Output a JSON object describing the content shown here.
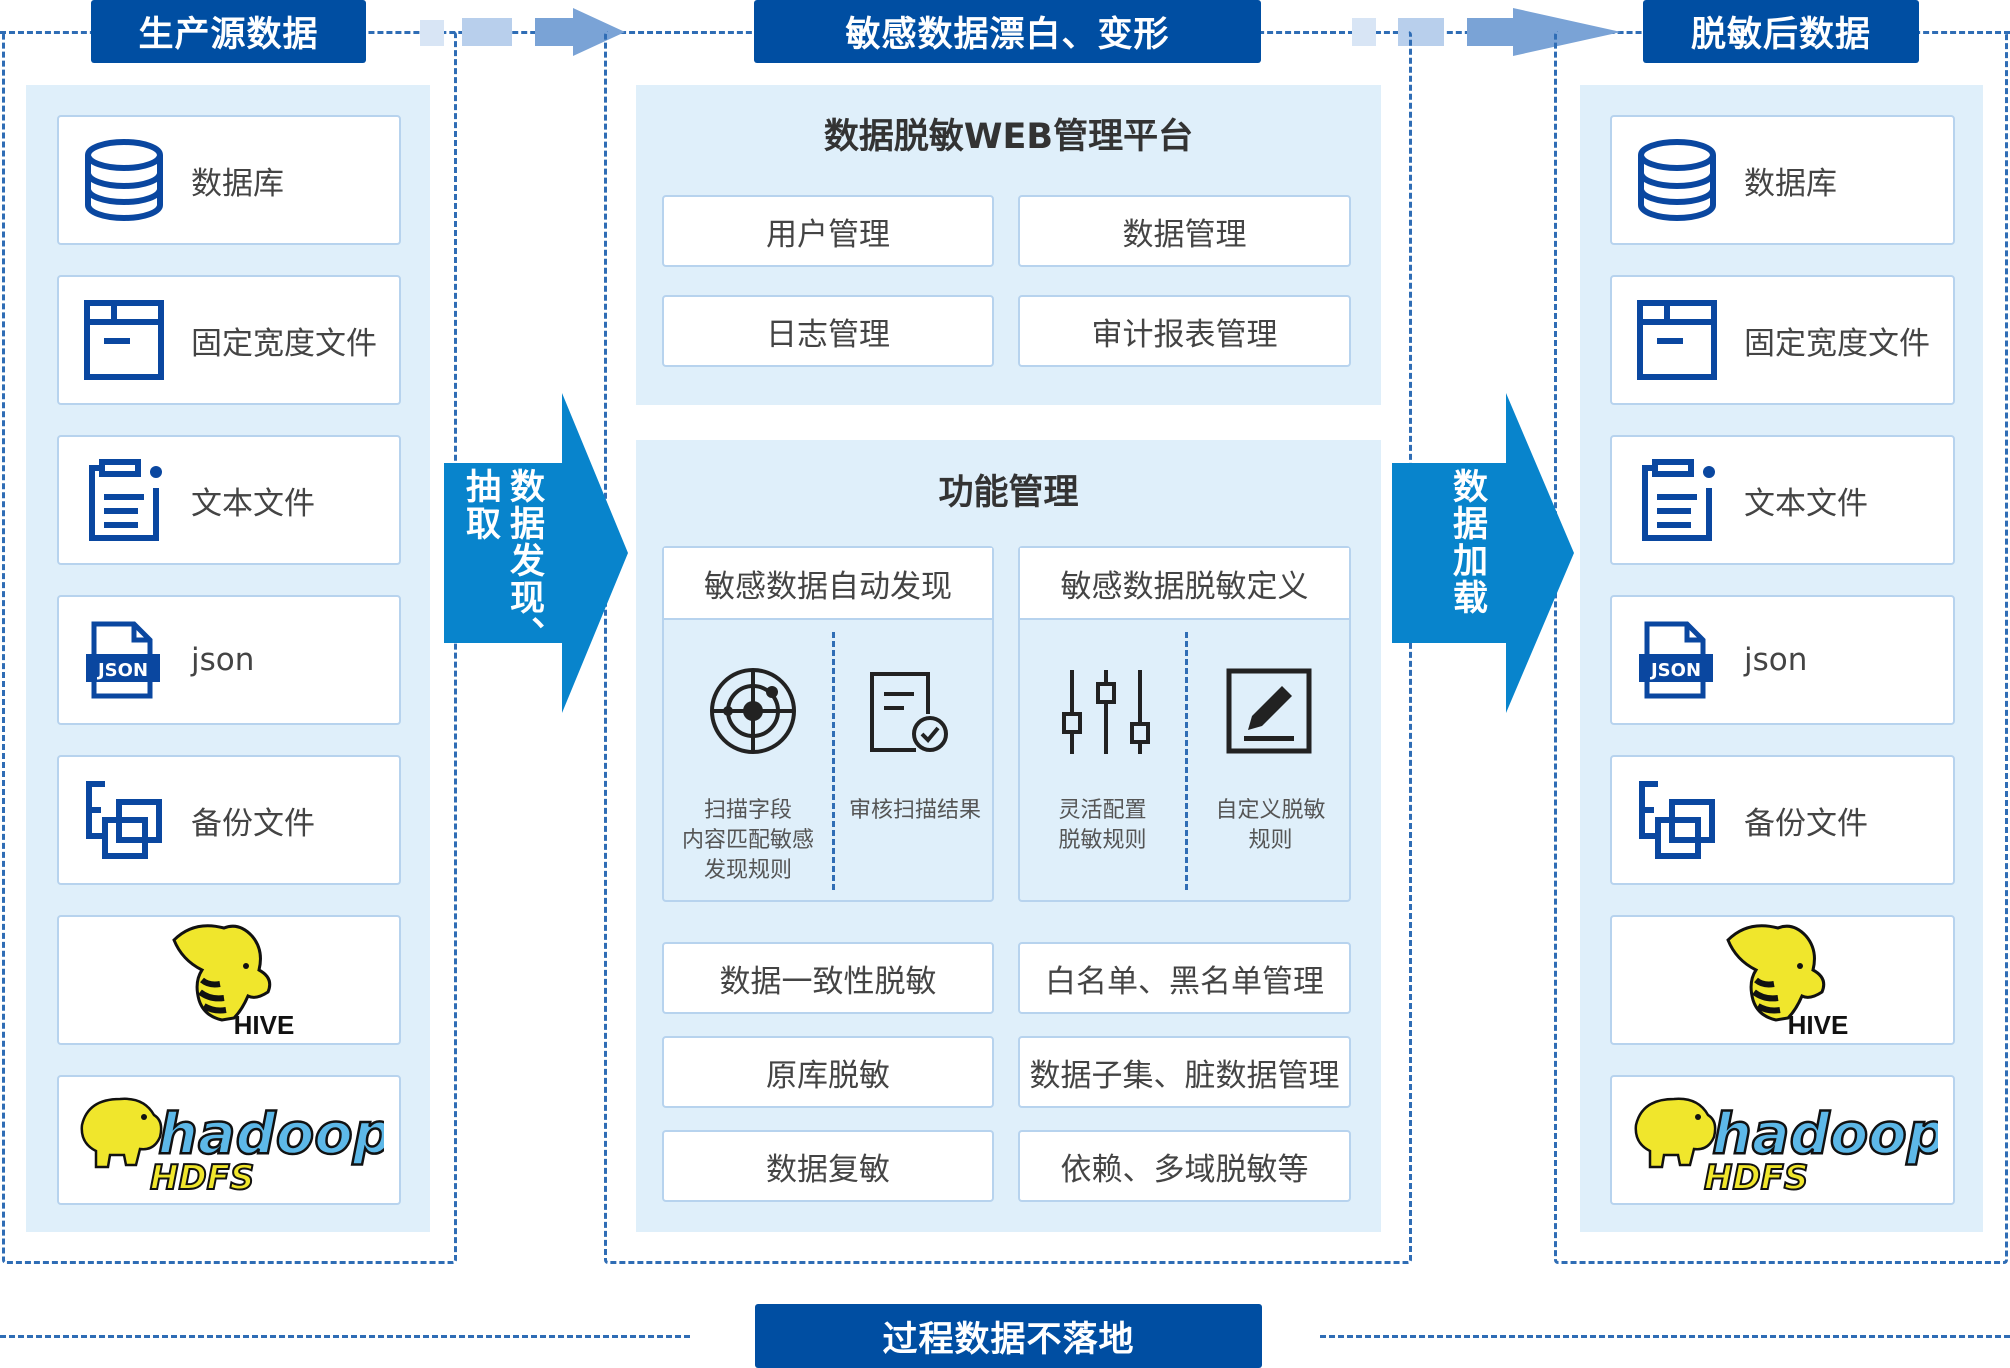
{
  "stages": {
    "source": {
      "title": "生产源数据"
    },
    "process": {
      "title": "敏感数据漂白、变形"
    },
    "target": {
      "title": "脱敏后数据"
    }
  },
  "arrows": {
    "extract": {
      "label": "数据发现、抽取"
    },
    "load": {
      "label": "数据加载"
    }
  },
  "data_sources": [
    {
      "icon": "database-icon",
      "label": "数据库"
    },
    {
      "icon": "fixed-width-file-icon",
      "label": "固定宽度文件"
    },
    {
      "icon": "text-file-icon",
      "label": "文本文件"
    },
    {
      "icon": "json-file-icon",
      "label": "json",
      "badge": "JSON"
    },
    {
      "icon": "backup-file-icon",
      "label": "备份文件"
    },
    {
      "icon": "hive-logo",
      "label": "HIVE"
    },
    {
      "icon": "hadoop-hdfs-logo",
      "label": "hadoop",
      "sublabel": "HDFS"
    }
  ],
  "data_targets": [
    {
      "icon": "database-icon",
      "label": "数据库"
    },
    {
      "icon": "fixed-width-file-icon",
      "label": "固定宽度文件"
    },
    {
      "icon": "text-file-icon",
      "label": "文本文件"
    },
    {
      "icon": "json-file-icon",
      "label": "json",
      "badge": "JSON"
    },
    {
      "icon": "backup-file-icon",
      "label": "备份文件"
    },
    {
      "icon": "hive-logo",
      "label": "HIVE"
    },
    {
      "icon": "hadoop-hdfs-logo",
      "label": "hadoop",
      "sublabel": "HDFS"
    }
  ],
  "web_platform": {
    "title": "数据脱敏WEB管理平台",
    "items": [
      "用户管理",
      "数据管理",
      "日志管理",
      "审计报表管理"
    ]
  },
  "function_mgmt": {
    "title": "功能管理",
    "discovery": {
      "title": "敏感数据自动发现",
      "features": [
        {
          "icon": "radar-scan-icon",
          "lines": [
            "扫描字段",
            "内容匹配敏感",
            "发现规则"
          ]
        },
        {
          "icon": "audit-check-document-icon",
          "lines": [
            "审核扫描结果"
          ]
        }
      ]
    },
    "definition": {
      "title": "敏感数据脱敏定义",
      "features": [
        {
          "icon": "sliders-config-icon",
          "lines": [
            "灵活配置",
            "脱敏规则"
          ]
        },
        {
          "icon": "edit-pencil-icon",
          "lines": [
            "自定义脱敏",
            "规则"
          ]
        }
      ]
    },
    "items": [
      "数据一致性脱敏",
      "白名单、黑名单管理",
      "原库脱敏",
      "数据子集、脏数据管理",
      "数据复敏",
      "依赖、多域脱敏等"
    ]
  },
  "footer": {
    "label": "过程数据不落地"
  },
  "colors": {
    "header_blue": "#004ea2",
    "arrow_blue": "#0884cc",
    "panel_bg": "#dfeffa",
    "icon_blue": "#0a47a0",
    "dash_blue": "#2f6db5"
  }
}
